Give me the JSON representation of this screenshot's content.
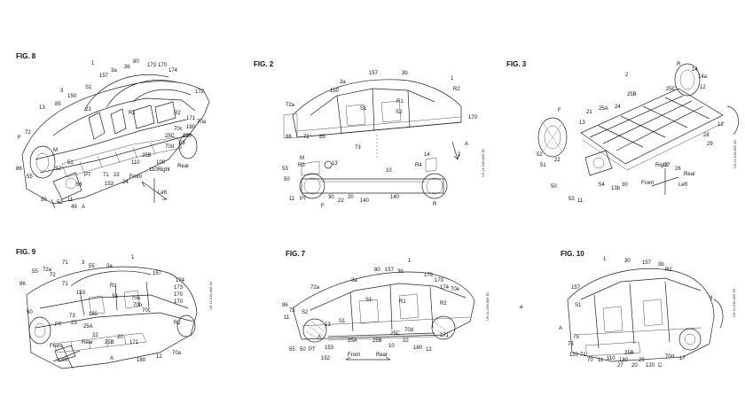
{
  "figures": [
    {
      "id": "fig8",
      "title": "FIG. 8",
      "labels": [
        "1",
        "3a",
        "3b",
        "80",
        "173",
        "170",
        "174",
        "172",
        "157",
        "S1",
        "3",
        "150",
        "13",
        "85",
        "23",
        "R1",
        "R2",
        "171",
        "70a",
        "180",
        "F",
        "72",
        "70c",
        "70d",
        "23",
        "180",
        "25C",
        "M",
        "86",
        "55",
        "S2",
        "51",
        "PT",
        "56",
        "50",
        "52",
        "11",
        "49",
        "A",
        "71",
        "22",
        "153",
        "24",
        "110",
        "25B",
        "100",
        "110Right",
        "Rear",
        "Front",
        "Left"
      ]
    },
    {
      "id": "fig2",
      "title": "FIG. 2",
      "labels": [
        "157",
        "3b",
        "1",
        "150",
        "3a",
        "R2",
        "72a",
        "S1",
        "R1",
        "S2",
        "170",
        "86",
        "72",
        "85",
        "73",
        "A",
        "M",
        "R3",
        "13",
        "14",
        "2",
        "53",
        "50",
        "R4",
        "10",
        "11",
        "PT",
        "30",
        "22",
        "20",
        "140",
        "140",
        "R",
        "F"
      ],
      "side_text": "US 11,548,805 B2"
    },
    {
      "id": "fig3",
      "title": "FIG. 3",
      "labels": [
        "R",
        "14a",
        "14",
        "2",
        "25B",
        "25C",
        "12",
        "F",
        "21",
        "25A",
        "24",
        "13",
        "52",
        "12",
        "22",
        "28",
        "29",
        "51",
        "27",
        "26",
        "Right",
        "Left",
        "Rear",
        "Front",
        "50",
        "53",
        "11",
        "54",
        "13b",
        "30"
      ],
      "side_text": "US 11,548,805 B2"
    },
    {
      "id": "fig9",
      "title": "FIG. 9",
      "labels": [
        "71",
        "3",
        "55",
        "3a",
        "1",
        "157",
        "174",
        "55",
        "72a",
        "72",
        "170",
        "173",
        "71",
        "170",
        "86",
        "R1",
        "S1",
        "153",
        "70a",
        "70b",
        "70c",
        "50",
        "180",
        "73",
        "25A",
        "PT",
        "23",
        "Rear",
        "Front",
        "Left",
        "22",
        "25B",
        "20",
        "171",
        "12",
        "180",
        "R2",
        "70a",
        "A"
      ],
      "side_text": "US 11,548,805 B2"
    },
    {
      "id": "fig7",
      "title": "FIG. 7",
      "labels": [
        "80",
        "157",
        "3b",
        "1",
        "3a",
        "173",
        "170",
        "174",
        "72a",
        "S1",
        "R1",
        "70e",
        "R2",
        "86",
        "72",
        "S2",
        "171",
        "11",
        "55",
        "50",
        "13",
        "S1",
        "25B",
        "25C",
        "70d",
        "PT",
        "180",
        "25A",
        "12",
        "153",
        "152",
        "22",
        "10",
        "Front",
        "Rear",
        "A"
      ],
      "side_text": "US 11,548,805 B2"
    },
    {
      "id": "fig10",
      "title": "FIG. 10",
      "labels": [
        "1",
        "30",
        "157",
        "3b",
        "R2",
        "3",
        "157",
        "S1",
        "A",
        "75",
        "73",
        "120",
        "71",
        "70",
        "11",
        "110",
        "180",
        "25B",
        "27",
        "20",
        "25",
        "120",
        "70d",
        "17",
        "C"
      ],
      "side_text": "US 11,548,805 B2",
      "mid_mark": "a"
    }
  ]
}
